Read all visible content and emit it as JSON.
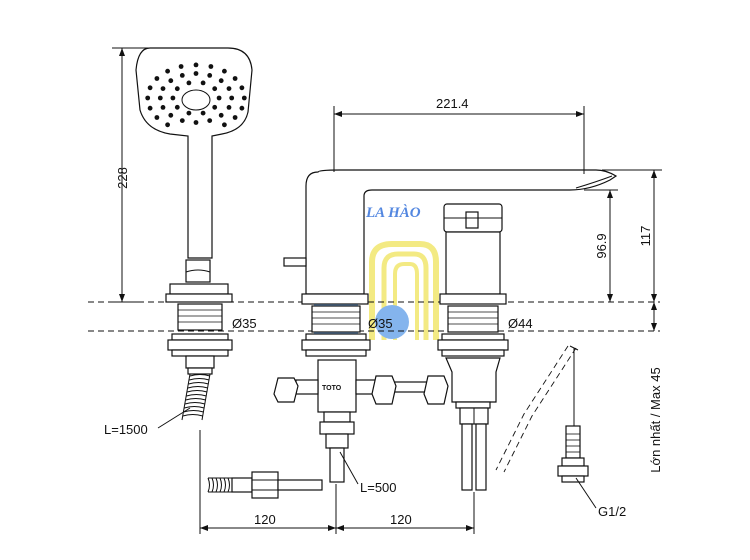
{
  "dimensions": {
    "handshower_height": "228",
    "spout_reach": "221.4",
    "spout_height": "96.9",
    "body_height": "117",
    "max_deck": "Lớn nhất / Max 45",
    "dia_left": "Ø35",
    "dia_middle": "Ø35",
    "dia_right": "Ø44",
    "hose_length": "L=1500",
    "supply_length": "L=500",
    "spacing_left": "120",
    "spacing_right": "120",
    "connector_thread": "G1/2"
  },
  "watermark": {
    "text": "LA HÀO",
    "colors": {
      "blue": "#4a90e2",
      "yellow": "#f2e66a"
    }
  },
  "valve_brand": "TOTO"
}
